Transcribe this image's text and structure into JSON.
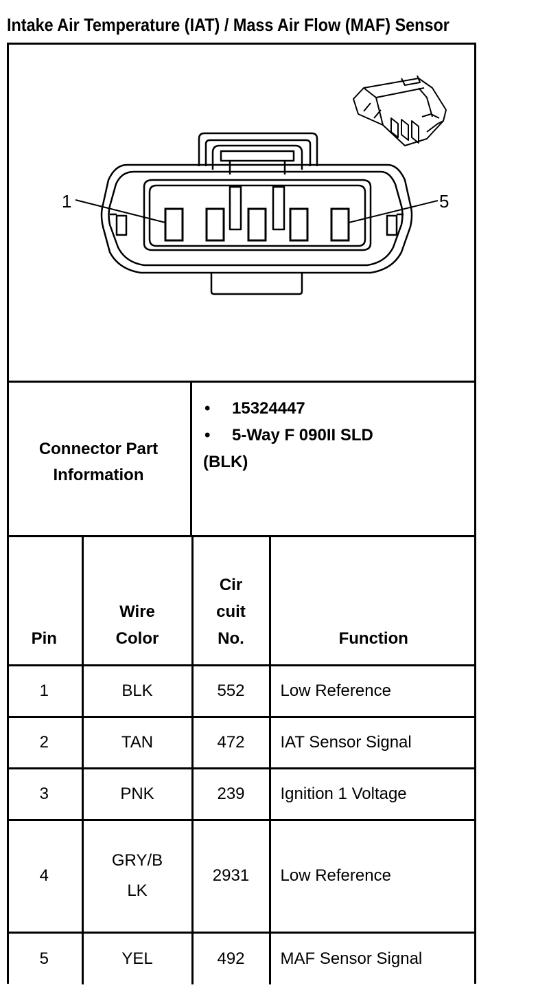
{
  "title": "Intake Air Temperature (IAT) / Mass Air Flow (MAF) Sensor",
  "diagram": {
    "pin_label_left": "1",
    "pin_label_right": "5"
  },
  "connector_part": {
    "label_line1": "Connector Part",
    "label_line2": "Information",
    "bullet": "•",
    "items": [
      "15324447",
      "5-Way F 090II SLD"
    ],
    "continuation": "(BLK)"
  },
  "table": {
    "headers": {
      "pin": "Pin",
      "wire_color_line1": "Wire",
      "wire_color_line2": "Color",
      "circuit_line1": "Cir",
      "circuit_line2": "cuit",
      "circuit_line3": "No.",
      "function": "Function"
    },
    "rows": [
      {
        "pin": "1",
        "wire": "BLK",
        "wire_line2": "",
        "circuit": "552",
        "function": "Low Reference"
      },
      {
        "pin": "2",
        "wire": "TAN",
        "wire_line2": "",
        "circuit": "472",
        "function": "IAT Sensor Signal"
      },
      {
        "pin": "3",
        "wire": "PNK",
        "wire_line2": "",
        "circuit": "239",
        "function": "Ignition 1 Voltage"
      },
      {
        "pin": "4",
        "wire": "GRY/B",
        "wire_line2": "LK",
        "circuit": "2931",
        "function": "Low Reference"
      },
      {
        "pin": "5",
        "wire": "YEL",
        "wire_line2": "",
        "circuit": "492",
        "function": "MAF Sensor Signal"
      }
    ]
  }
}
